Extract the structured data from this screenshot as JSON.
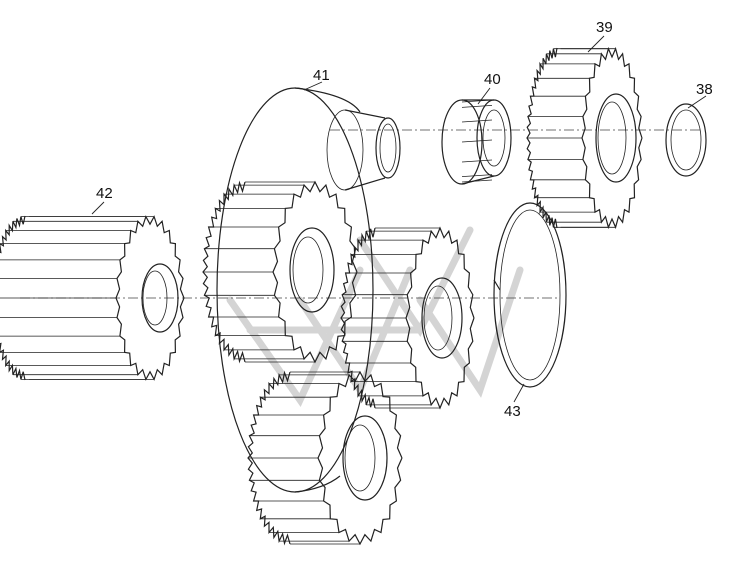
{
  "callouts": {
    "p38": "38",
    "p39": "39",
    "p40": "40",
    "p41": "41",
    "p42": "42",
    "p43": "43"
  },
  "parts": [
    {
      "label": "42",
      "kind": "spur-gear"
    },
    {
      "label": "41",
      "kind": "planet-carrier"
    },
    {
      "label": "40",
      "kind": "needle-bearing"
    },
    {
      "label": "39",
      "kind": "spur-gear"
    },
    {
      "label": "38",
      "kind": "snap-ring"
    },
    {
      "label": "43",
      "kind": "retaining-ring"
    }
  ],
  "colors": {
    "line": "#222222",
    "watermark": "#d4d4d4",
    "background": "#ffffff"
  }
}
